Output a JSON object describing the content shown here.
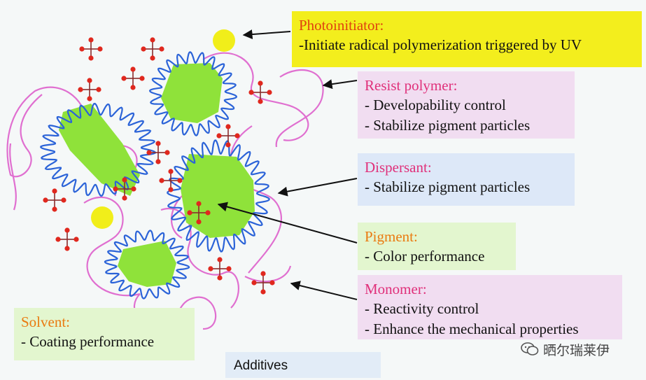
{
  "labels": {
    "photoinitiator": {
      "title": "Photoinitiator:",
      "lines": [
        "-Initiate radical polymerization triggered by UV"
      ]
    },
    "resist_polymer": {
      "title": "Resist polymer:",
      "lines": [
        "- Developability control",
        "- Stabilize pigment particles"
      ]
    },
    "dispersant": {
      "title": "Dispersant:",
      "lines": [
        "- Stabilize pigment particles"
      ]
    },
    "pigment": {
      "title": "Pigment:",
      "lines": [
        "- Color performance"
      ]
    },
    "monomer": {
      "title": "Monomer:",
      "lines": [
        "- Reactivity control",
        "- Enhance the mechanical properties"
      ]
    },
    "solvent": {
      "title": "Solvent:",
      "lines": [
        "- Coating performance"
      ]
    }
  },
  "additives_label": "Additives",
  "watermark": "晒尔瑞莱伊",
  "colors": {
    "pigment": "#8fe23a",
    "dispersant": "#2b63d8",
    "resist_polymer": "#e06fd0",
    "monomer_atom": "#e0281e",
    "photoinitiator_dot": "#f1ee1a",
    "arrow": "#111111"
  }
}
